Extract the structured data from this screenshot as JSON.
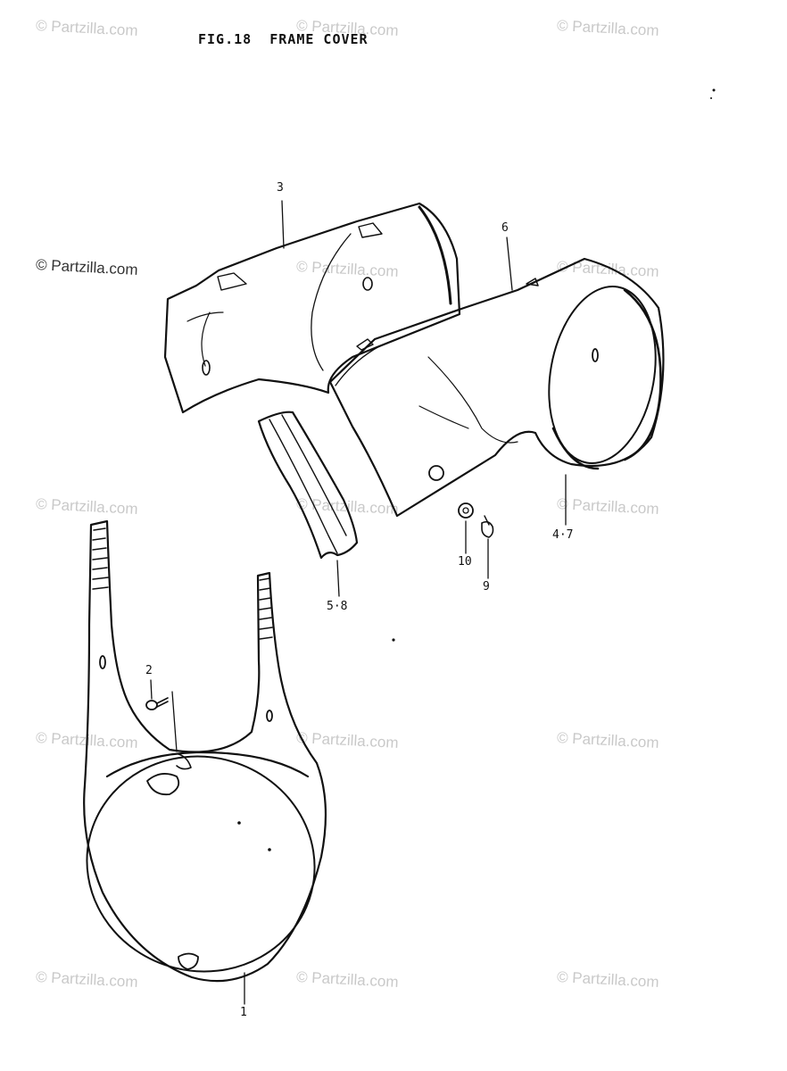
{
  "figure": {
    "title": "FIG.18  FRAME COVER"
  },
  "watermark": {
    "text": "© Partzilla.com"
  },
  "callouts": {
    "c1": "1",
    "c2": "2",
    "c3": "3",
    "c6": "6",
    "c47": "4·7",
    "c58": "5·8",
    "c9": "9",
    "c10": "10"
  }
}
